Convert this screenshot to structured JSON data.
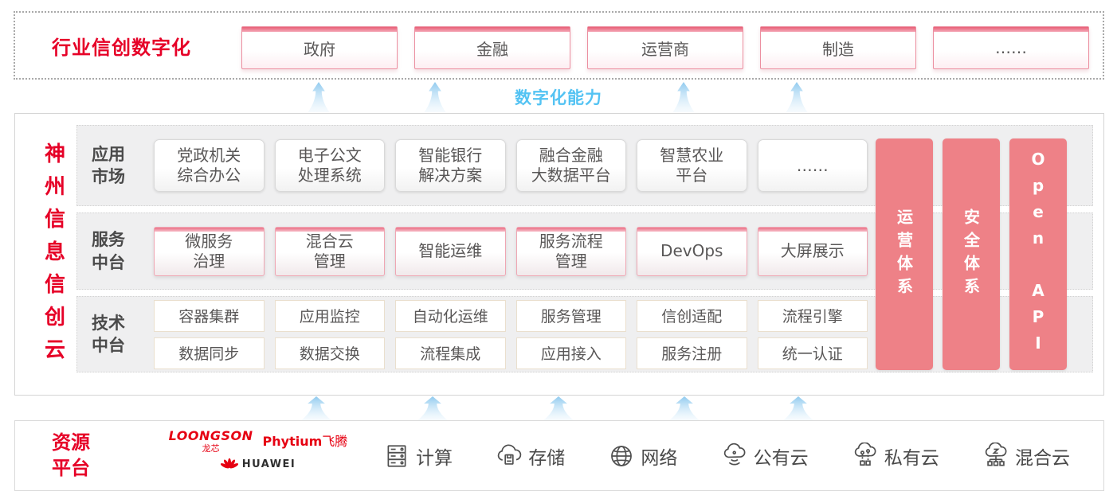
{
  "top_band": {
    "title": "行业信创数字化",
    "boxes": [
      "政府",
      "金融",
      "运营商",
      "制造",
      "……"
    ]
  },
  "capability_label": "数字化能力",
  "platform": {
    "vertical_title": "神州信息信创云",
    "rows": [
      {
        "label": "应用\n市场",
        "items": [
          "党政机关\n综合办公",
          "电子公文\n处理系统",
          "智能银行\n解决方案",
          "融合金融\n大数据平台",
          "智慧农业\n平台",
          "……"
        ]
      },
      {
        "label": "服务\n中台",
        "items": [
          "微服务\n治理",
          "混合云\n管理",
          "智能运维",
          "服务流程\n管理",
          "DevOps",
          "大屏展示"
        ]
      },
      {
        "label": "技术\n中台",
        "items_row1": [
          "容器集群",
          "应用监控",
          "自动化运维",
          "服务管理",
          "信创适配",
          "流程引擎"
        ],
        "items_row2": [
          "数据同步",
          "数据交换",
          "流程集成",
          "应用接入",
          "服务注册",
          "统一认证"
        ]
      }
    ],
    "side_bars": [
      "运营体系",
      "安全体系",
      "Open API"
    ]
  },
  "resource_band": {
    "title": "资源\n平台",
    "logos": {
      "loongson": "LOONGSON",
      "loongson_sub": "龙芯",
      "phytium": "Phytium",
      "phytium_sub": "飞腾",
      "huawei": "HUAWEI"
    },
    "items": [
      {
        "icon": "compute-icon",
        "label": "计算"
      },
      {
        "icon": "storage-icon",
        "label": "存储"
      },
      {
        "icon": "network-icon",
        "label": "网络"
      },
      {
        "icon": "public-cloud-icon",
        "label": "公有云"
      },
      {
        "icon": "private-cloud-icon",
        "label": "私有云"
      },
      {
        "icon": "hybrid-cloud-icon",
        "label": "混合云"
      }
    ]
  },
  "colors": {
    "brand_red": "#e60027",
    "bar_salmon": "#ee8187",
    "capability_blue": "#54c3f3",
    "panel_gray": "#efeff0",
    "text_gray": "#595757"
  }
}
